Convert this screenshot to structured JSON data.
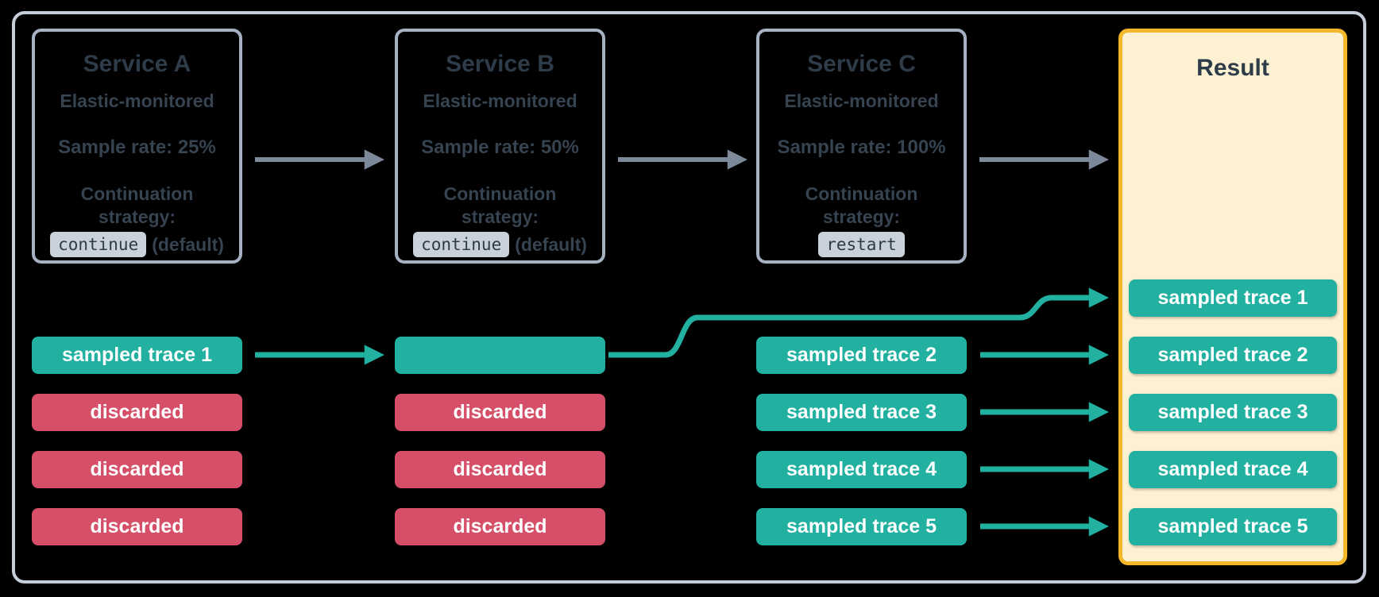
{
  "colors": {
    "background": "#000000",
    "outer_border": "#c5cdd9",
    "service_border": "#a6b1c2",
    "service_title": "#2e3b48",
    "service_text": "#364350",
    "chip_bg": "#c9d2da",
    "chip_text": "#2e3b48",
    "teal": "#22b1a1",
    "red": "#d54f68",
    "gray_arrow": "#7b8999",
    "result_bg": "#fcf1d2",
    "result_border": "#f4b62a",
    "pill_text": "#ffffff"
  },
  "services": [
    {
      "title": "Service A",
      "monitored": "Elastic-monitored",
      "sample_rate": "Sample rate: 25%",
      "strategy_label": "Continuation strategy:",
      "strategy_code": "continue",
      "strategy_suffix": "(default)"
    },
    {
      "title": "Service B",
      "monitored": "Elastic-monitored",
      "sample_rate": "Sample rate: 50%",
      "strategy_label": "Continuation strategy:",
      "strategy_code": "continue",
      "strategy_suffix": "(default)"
    },
    {
      "title": "Service C",
      "monitored": "Elastic-monitored",
      "sample_rate": "Sample rate: 100%",
      "strategy_label": "Continuation strategy:",
      "strategy_code": "restart",
      "strategy_suffix": ""
    }
  ],
  "result": {
    "title": "Result",
    "traces": [
      {
        "label": "sampled trace 1",
        "status": "sampled"
      },
      {
        "label": "sampled trace 2",
        "status": "sampled"
      },
      {
        "label": "sampled trace 3",
        "status": "sampled"
      },
      {
        "label": "sampled trace 4",
        "status": "sampled"
      },
      {
        "label": "sampled trace 5",
        "status": "sampled"
      }
    ]
  },
  "traces": {
    "service_a": [
      {
        "label": "sampled trace 1",
        "status": "sampled"
      },
      {
        "label": "discarded",
        "status": "discarded"
      },
      {
        "label": "discarded",
        "status": "discarded"
      },
      {
        "label": "discarded",
        "status": "discarded"
      }
    ],
    "service_b": [
      {
        "label": "",
        "status": "sampled"
      },
      {
        "label": "discarded",
        "status": "discarded"
      },
      {
        "label": "discarded",
        "status": "discarded"
      },
      {
        "label": "discarded",
        "status": "discarded"
      }
    ],
    "service_c": [
      {
        "label": "sampled trace 2",
        "status": "sampled"
      },
      {
        "label": "sampled trace 3",
        "status": "sampled"
      },
      {
        "label": "sampled trace 4",
        "status": "sampled"
      },
      {
        "label": "sampled trace 5",
        "status": "sampled"
      }
    ]
  }
}
